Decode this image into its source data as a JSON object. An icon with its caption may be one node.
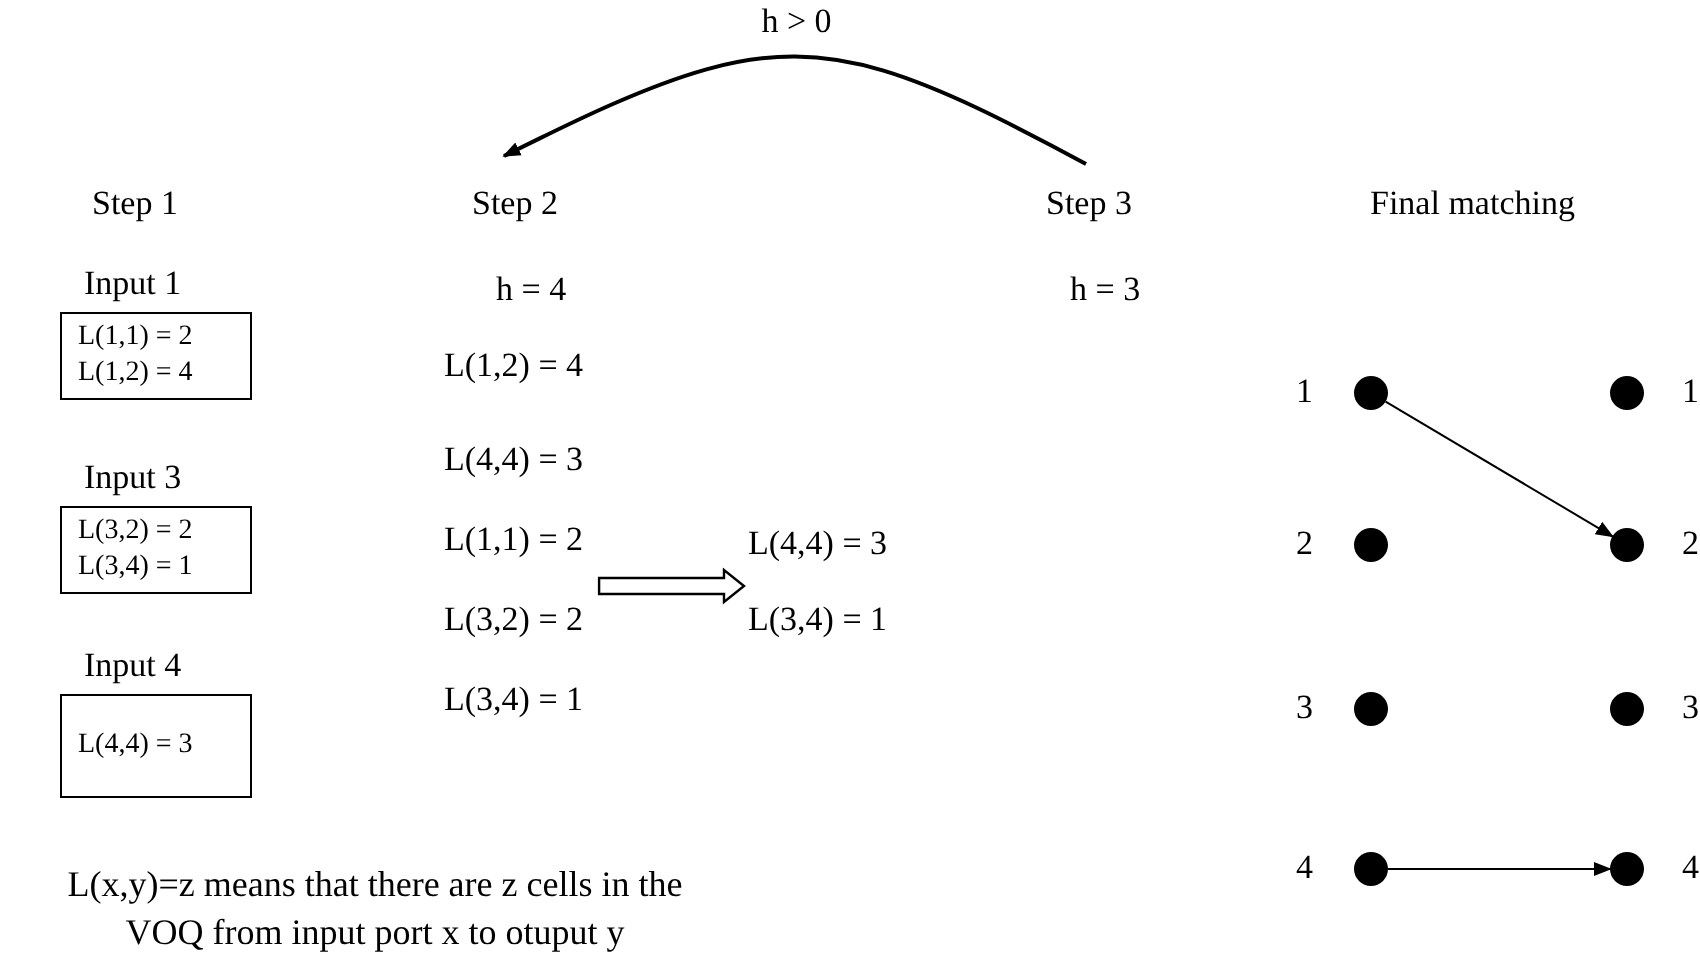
{
  "diagram": {
    "nodes": [
      {
        "text": [
          "Step 2"
        ]
      },
      {
        "text": [
          "Step 3"
        ]
      },
      {
        "text": [
          "Input 1",
          "L(1,1) = 2",
          "L(1,2) = 4"
        ]
      },
      {
        "text": [
          "Input 3",
          "L(3,2) = 2",
          "L(3,4) = 1"
        ]
      },
      {
        "text": [
          "Input 4",
          "L(4,4) = 3"
        ]
      },
      {
        "text": [
          "L(1,1) = 2"
        ]
      },
      {
        "text": [
          "L(4,4) = 3",
          "L(3,4) = 1"
        ]
      },
      {
        "text": [],
        "shape": "circle",
        "beside": [
          "1"
        ]
      },
      {
        "text": [],
        "shape": "circle",
        "beside": [
          "2"
        ]
      },
      {
        "text": [],
        "shape": "circle",
        "beside": [
          "3"
        ]
      },
      {
        "text": [],
        "shape": "circle",
        "beside": [
          "4"
        ]
      },
      {
        "text": [],
        "shape": "circle",
        "beside": [
          "1"
        ]
      },
      {
        "text": [],
        "shape": "circle",
        "beside": [
          "2"
        ]
      },
      {
        "text": [],
        "shape": "circle",
        "beside": [
          "3"
        ]
      },
      {
        "text": [],
        "shape": "circle",
        "beside": [
          "4"
        ]
      }
    ],
    "edges": [
      {
        "from": 1,
        "to": 0,
        "arrow": "to",
        "label": "h > 0"
      },
      {
        "from": 5,
        "to": 6,
        "arrow": "to",
        "style": "thick"
      },
      {
        "from": 7,
        "to": 12,
        "arrow": "to"
      },
      {
        "from": 10,
        "to": 14,
        "arrow": "to"
      }
    ],
    "labels": [
      "Step 1",
      "Final matching",
      "h = 4",
      "h = 3",
      "L(1,2) = 4",
      "L(4,4) = 3",
      "L(3,2) = 2",
      "L(3,4) = 1",
      "L(x,y)=z means that there are z cells in the VOQ from input port x to otuput y"
    ]
  }
}
